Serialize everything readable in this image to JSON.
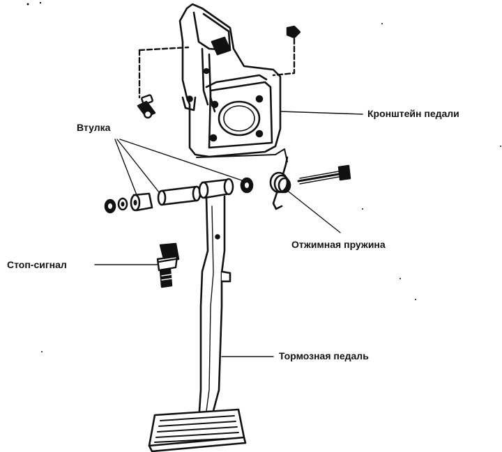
{
  "labels": {
    "bracket": "Кронштейн педали",
    "bushing": "Втулка",
    "return_spring": "Отжимная пружина",
    "stop_switch": "Стоп-сигнал",
    "brake_pedal": "Тормозная педаль"
  },
  "colors": {
    "ink": "#111111",
    "paper": "#ffffff"
  }
}
